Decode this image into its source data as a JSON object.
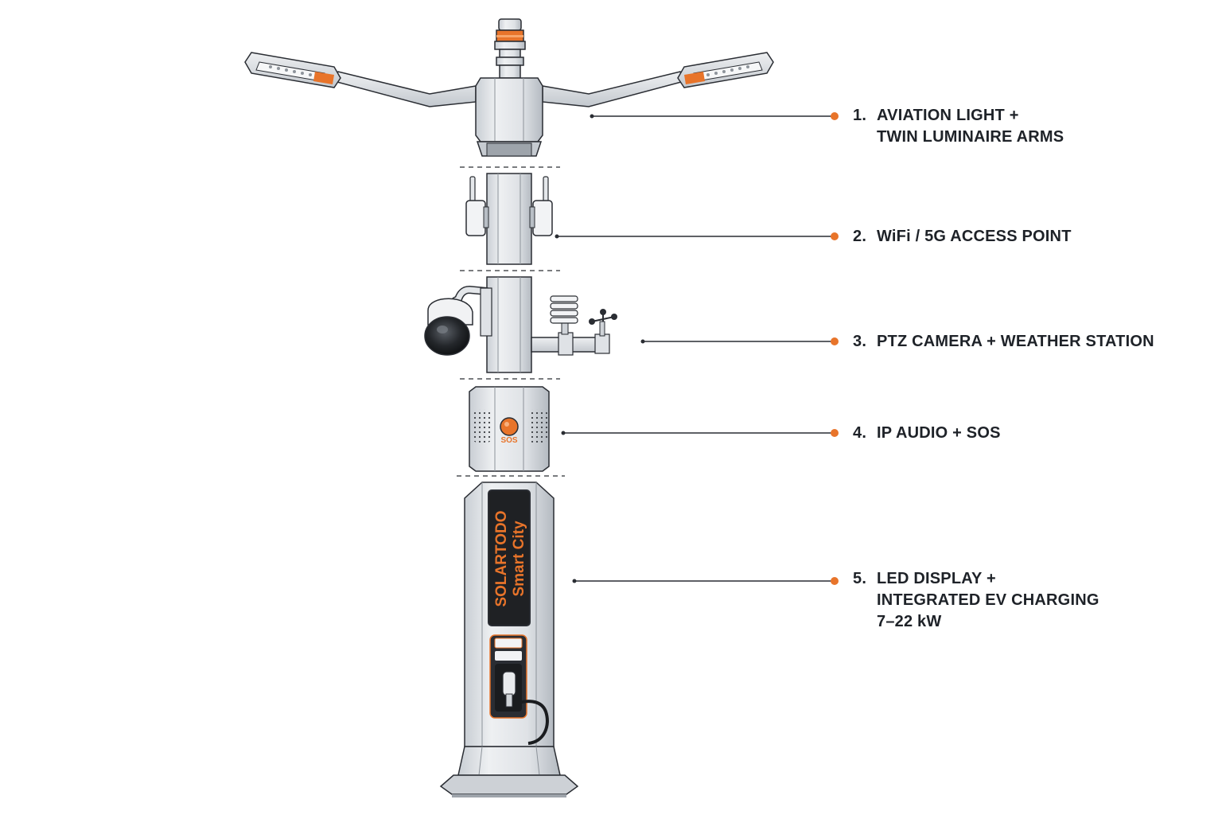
{
  "colors": {
    "accent": "#e8742a",
    "line": "#2a2d33",
    "metal_light": "#eceef0",
    "metal_mid": "#d3d7dc",
    "metal_dark": "#a9afb6",
    "display_bg": "#1f2124"
  },
  "display": {
    "line1": "SOLARTODO",
    "line2": "Smart City"
  },
  "sos_label": "SOS",
  "callouts": [
    {
      "number": "1.",
      "text": "AVIATION LIGHT +\nTWIN LUMINAIRE ARMS"
    },
    {
      "number": "2.",
      "text": "WiFi / 5G ACCESS POINT"
    },
    {
      "number": "3.",
      "text": "PTZ CAMERA + WEATHER STATION"
    },
    {
      "number": "4.",
      "text": "IP AUDIO + SOS"
    },
    {
      "number": "5.",
      "text": "LED DISPLAY +\nINTEGRATED EV CHARGING\n7–22 kW"
    }
  ],
  "icons": [
    "aviation-light-icon",
    "luminaire-icon",
    "antenna-icon",
    "ptz-camera-icon",
    "weather-station-icon",
    "speaker-icon",
    "sos-button-icon",
    "ev-charger-icon"
  ]
}
